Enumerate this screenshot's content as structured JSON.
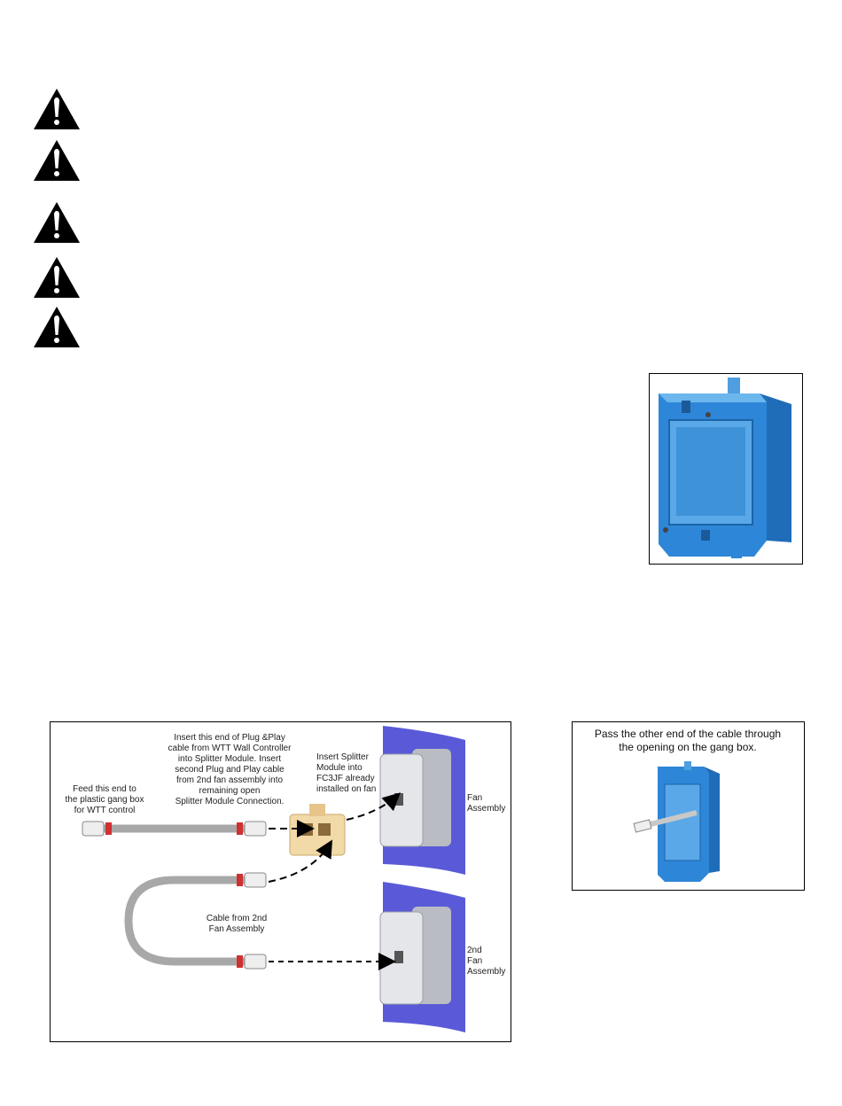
{
  "warnings": [
    {
      "icon": "warning-triangle-icon"
    },
    {
      "icon": "warning-triangle-icon"
    },
    {
      "icon": "warning-triangle-icon"
    },
    {
      "icon": "warning-triangle-icon"
    },
    {
      "icon": "warning-triangle-icon"
    }
  ],
  "wiring_diagram": {
    "feed_end_label": "Feed this end to\nthe plastic gang box\nfor WTT control",
    "insert_end_label": "Insert this end of Plug &Play\ncable from WTT Wall Controller\ninto Splitter Module. Insert\nsecond Plug and Play cable\nfrom 2nd fan assembly into\nremaining open\nSplitter Module Connection.",
    "splitter_label": "Insert Splitter\nModule into\nFC3JF already\ninstalled on fan",
    "fan_assembly_label": "Fan\nAssembly",
    "cable_2nd_label": "Cable from 2nd\nFan Assembly",
    "fan_2nd_label": "2nd\nFan\nAssembly"
  },
  "gang_box_pass": {
    "caption": "Pass the other end of the cable through\nthe opening on the gang box."
  },
  "colors": {
    "gang_box_blue": "#3a8fd6",
    "fan_panel_blue": "#5a5ad8",
    "cable_gray": "#a8a8a8",
    "cable_band_red": "#d03030",
    "splitter_beige": "#f1d9a8"
  }
}
